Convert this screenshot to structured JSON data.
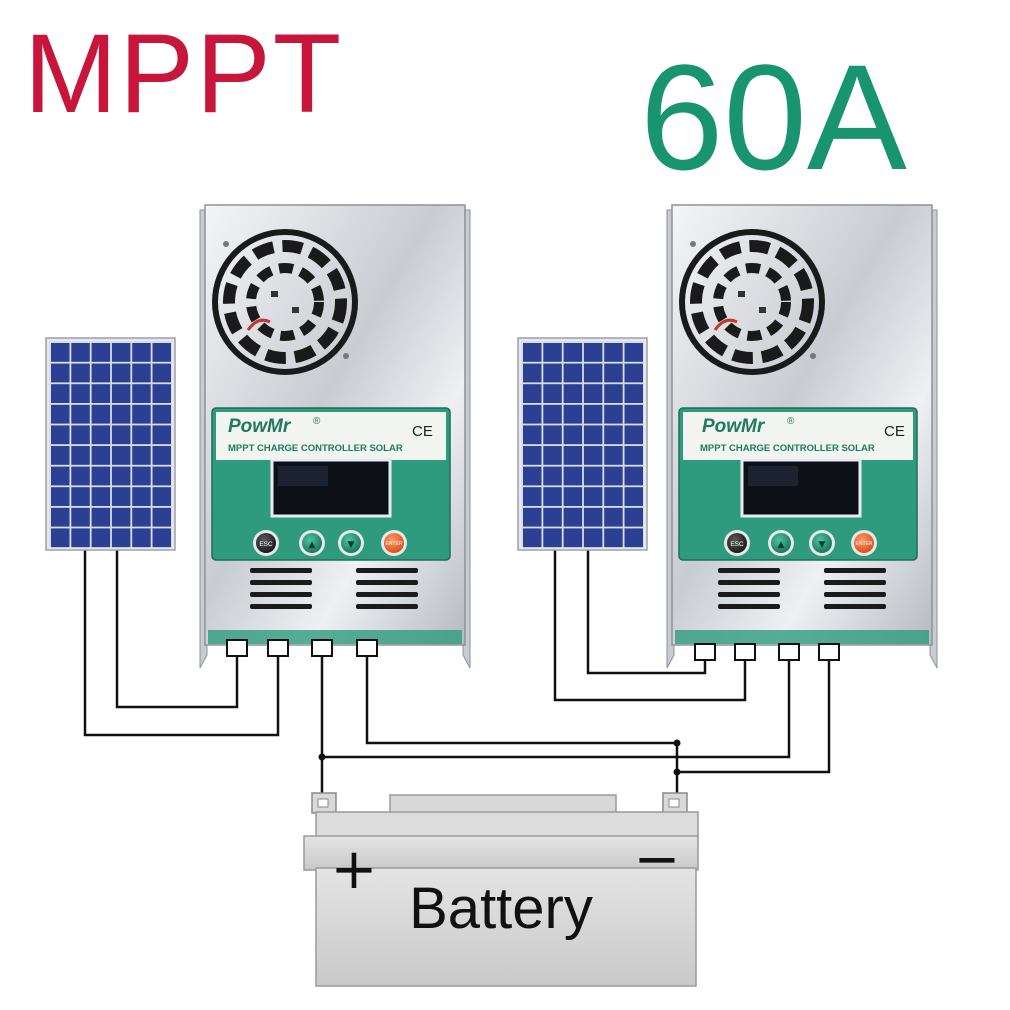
{
  "headline": {
    "left": "MPPT",
    "right": "60A",
    "left_color": "#c8153b",
    "right_color": "#189471"
  },
  "controllers": [
    {
      "brand": "PowMr",
      "reg_mark": "®",
      "cert": "CE",
      "subtitle": "MPPT CHARGE CONTROLLER SOLAR",
      "buttons": [
        {
          "icon": "esc-icon",
          "label": "ESC"
        },
        {
          "icon": "arrow-up-icon",
          "label": "▲"
        },
        {
          "icon": "arrow-down-icon",
          "label": "▼"
        },
        {
          "icon": "enter-icon",
          "label": "ENTER"
        }
      ]
    },
    {
      "brand": "PowMr",
      "reg_mark": "®",
      "cert": "CE",
      "subtitle": "MPPT CHARGE CONTROLLER SOLAR",
      "buttons": [
        {
          "icon": "esc-icon",
          "label": "ESC"
        },
        {
          "icon": "arrow-up-icon",
          "label": "▲"
        },
        {
          "icon": "arrow-down-icon",
          "label": "▼"
        },
        {
          "icon": "enter-icon",
          "label": "ENTER"
        }
      ]
    }
  ],
  "battery": {
    "label": "Battery",
    "positive": "+",
    "negative": "−"
  },
  "colors": {
    "panel_blue": "#2b3f93",
    "controller_green": "#2f9b7d",
    "enter_orange": "#e8622a",
    "wire": "#111111"
  }
}
